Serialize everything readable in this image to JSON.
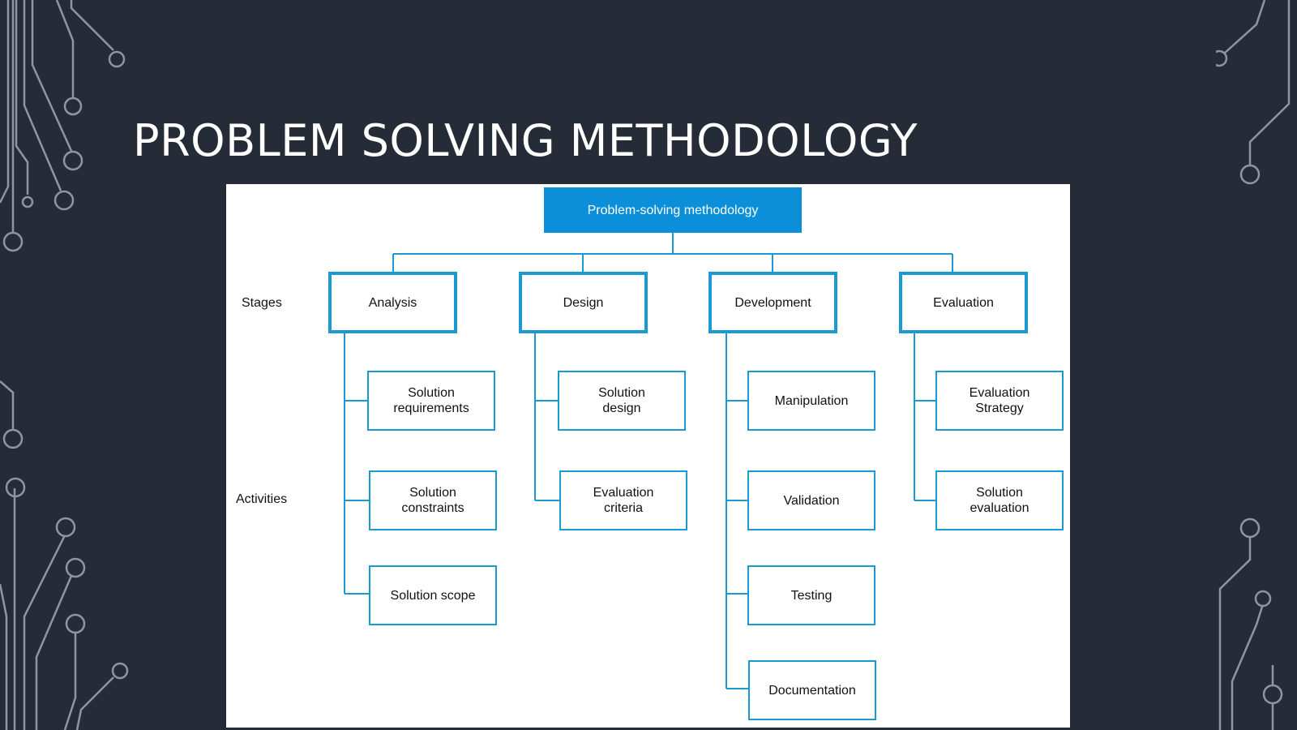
{
  "title": "PROBLEM SOLVING METHODOLOGY",
  "diagram": {
    "root": "Problem-solving methodology",
    "row_labels": {
      "stages": "Stages",
      "activities": "Activities"
    },
    "stages": [
      {
        "label": "Analysis",
        "activities": [
          "Solution\nrequirements",
          "Solution\nconstraints",
          "Solution scope"
        ]
      },
      {
        "label": "Design",
        "activities": [
          "Solution\ndesign",
          "Evaluation\ncriteria"
        ]
      },
      {
        "label": "Development",
        "activities": [
          "Manipulation",
          "Validation",
          "Testing",
          "Documentation"
        ]
      },
      {
        "label": "Evaluation",
        "activities": [
          "Evaluation\nStrategy",
          "Solution\nevaluation"
        ]
      }
    ]
  },
  "colors": {
    "background": "#262c37",
    "accent": "#1a9ad0",
    "root_fill": "#0a8fd8",
    "circuit": "#8c96a6"
  }
}
